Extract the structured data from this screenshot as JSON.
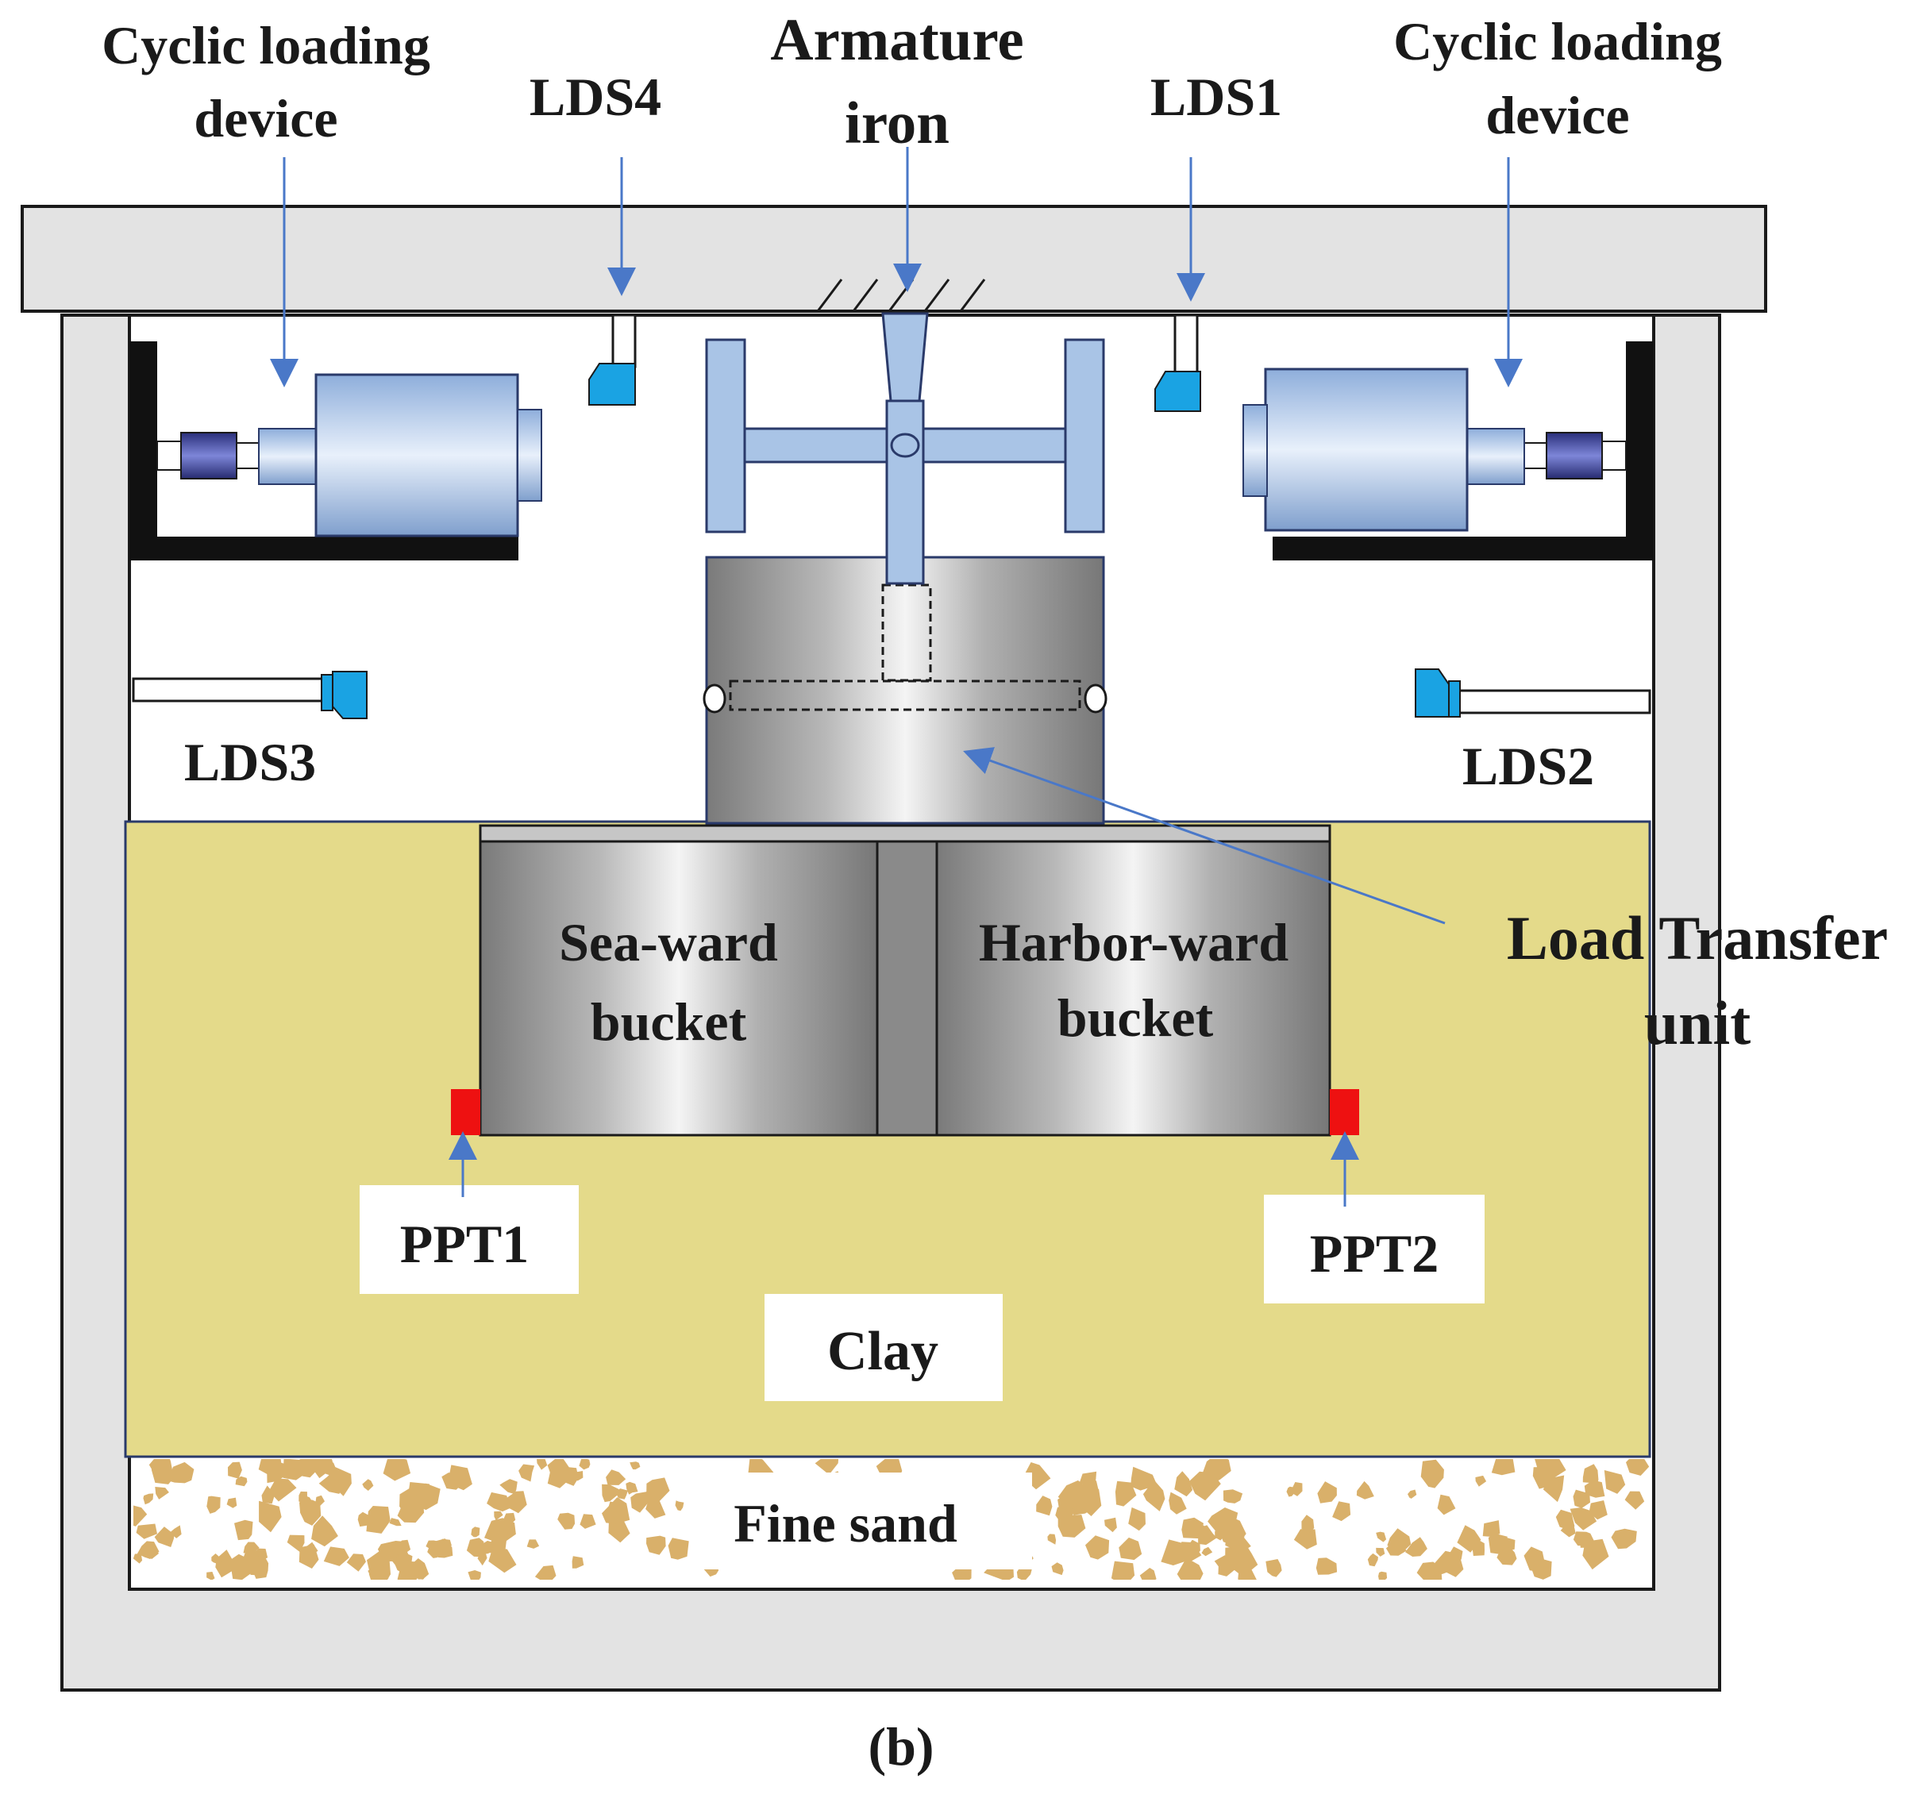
{
  "figure": {
    "caption": "(b)",
    "labels": {
      "cyclic_left": [
        "Cyclic loading",
        "device"
      ],
      "cyclic_right": [
        "Cyclic loading",
        "device"
      ],
      "lds4": "LDS4",
      "lds1": "LDS1",
      "lds3": "LDS3",
      "lds2": "LDS2",
      "armature": [
        "Armature",
        "iron"
      ],
      "load_transfer": [
        "Load Transfer",
        "unit"
      ],
      "seaward": [
        "Sea-ward",
        "bucket"
      ],
      "harborward": [
        "Harbor-ward",
        "bucket"
      ],
      "ppt1": "PPT1",
      "ppt2": "PPT2",
      "clay": "Clay",
      "fine_sand": "Fine sand"
    },
    "colors": {
      "frame": "#e3e3e3",
      "clay": "#e4da8a",
      "sand_grain": "#d9b06a",
      "arrow": "#4a78c8",
      "sensor": "#1aa3e3",
      "ppt": "#ee1111",
      "actuator": "#a9c4e6",
      "bucket_metal": "#8a8a8a"
    }
  }
}
